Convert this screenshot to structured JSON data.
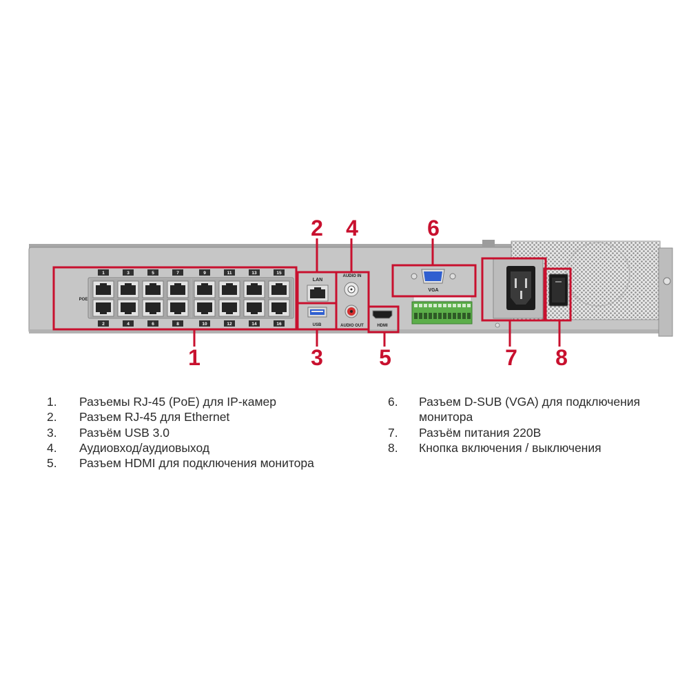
{
  "device": {
    "labels": {
      "poe": "POE",
      "lan": "LAN",
      "usb": "USB",
      "audio_in": "AUDIO IN",
      "audio_out": "AUDIO OUT",
      "hdmi": "HDMI",
      "vga": "VGA"
    },
    "poe_ports_top": [
      "1",
      "3",
      "5",
      "7",
      "9",
      "11",
      "13",
      "15"
    ],
    "poe_ports_bottom": [
      "2",
      "4",
      "6",
      "8",
      "10",
      "12",
      "14",
      "16"
    ]
  },
  "callouts": [
    "1",
    "2",
    "3",
    "4",
    "5",
    "6",
    "7",
    "8"
  ],
  "legend": {
    "left": [
      {
        "num": "1.",
        "text": "Разъемы RJ-45 (PoE) для IP-камер"
      },
      {
        "num": "2.",
        "text": "Разъем RJ-45 для Ethernet"
      },
      {
        "num": "3.",
        "text": "Разъём USB 3.0"
      },
      {
        "num": "4.",
        "text": "Аудиовход/аудиовыход"
      },
      {
        "num": "5.",
        "text": "Разъем HDMI для подключения монитора"
      }
    ],
    "right": [
      {
        "num": "6.",
        "text": "Разъем D-SUB (VGA) для подключения монитора"
      },
      {
        "num": "7.",
        "text": "Разъём питания 220В"
      },
      {
        "num": "8.",
        "text": "Кнопка включения / выключения"
      }
    ]
  },
  "colors": {
    "callout": "#c8102e",
    "legend_text": "#2b2b2b",
    "chassis": "#c6c6c6",
    "usb_blue": "#2f5fd0",
    "terminal_green": "#5cae4a"
  }
}
